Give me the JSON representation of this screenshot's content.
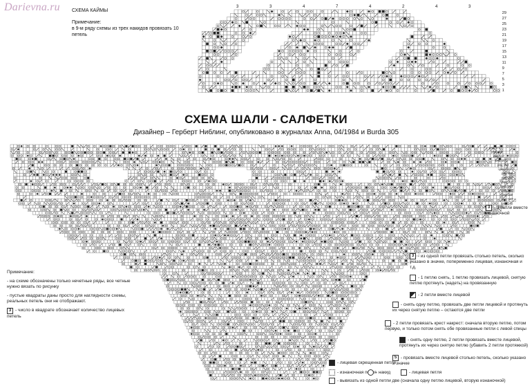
{
  "watermark": "Darievna.ru",
  "border_chart": {
    "title": "СХЕМА КАЙМЫ",
    "note_label": "Примечание:",
    "note_text": "в 9-м ряду схемы из трех накидов провязать 10 петель",
    "column_numbers": [
      "3",
      "3",
      "4",
      "7",
      "4",
      "2",
      "4",
      "3"
    ],
    "row_numbers": [
      "29",
      "27",
      "25",
      "23",
      "21",
      "19",
      "17",
      "15",
      "13",
      "11",
      "9",
      "7",
      "5",
      "3",
      "1"
    ]
  },
  "main": {
    "title": "СХЕМА ШАЛИ - САЛФЕТКИ",
    "subtitle": "Дизайнер – Герберт Ниблинг, опубликовано в журналах Anna, 04/1984 и Burda 305"
  },
  "notes": {
    "heading": "Примечание:",
    "item1": "- на схеме обозначены только нечетные ряды, все четные нужно вязать по рисунку",
    "item2": "- пустые квадраты даны просто для наглядности схемы, реальных петель они не отображают.",
    "item3_symbol": "3",
    "item3": "- число в квадрате обозначает количество лицевых петель"
  },
  "legend": [
    {
      "symbol": "3",
      "text": "- 3 петли вместе изнаночной"
    },
    {
      "symbol": "3",
      "text": "- из одной петли провязать столько петель, сколько указано в значке, попеременно лицевая, изнаночная и т.д."
    },
    {
      "symbol": "",
      "text": "- 1 петлю снять, 1 петлю провязать лицевой, снятую петлю протянуть (надеть) на провязанную"
    },
    {
      "symbol": "",
      "text": "- 2 петли вместе лицевой"
    },
    {
      "symbol": "",
      "text": "- снять одну петлю, провязать две петли лицевой и протянуть их через снятую петлю – остаются две петли"
    },
    {
      "symbol": "",
      "text": "- 2 петли провязать крест накрест: сначала вторую петлю, потом первую, и только потом снять обе провязанные петли с левой спицы"
    },
    {
      "symbol": "",
      "text": "- снять одну петлю, 2 петли провязать вместе лицевой, протянуть их через снятую петлю (убавить 2 петли протяжкой)"
    },
    {
      "symbol": "5",
      "text": "- провязать вместе лицевой столько петель, сколько указано в значке"
    },
    {
      "symbol": "",
      "text": "- лицевая скрещенная петля"
    },
    {
      "symbol": "",
      "text": "- лицевая петля"
    },
    {
      "symbol": "",
      "text": "- изнаночная петля"
    },
    {
      "symbol": "",
      "text": "- накид"
    },
    {
      "symbol": "",
      "text": "- вывязать из одной петли две (сначала одну петлю лицевой, вторую изнаночной)"
    }
  ],
  "chart_right_labels": [
    "ряд 171",
    "ряд 169",
    "ряд 167",
    "ряд 165",
    "ряд 163",
    "ряд 161",
    "ряд 159",
    "ряд 157",
    "ряд 155",
    "ряд 153",
    "ряд 151",
    "ряд 149",
    "ряд 147",
    "ряд 145"
  ]
}
